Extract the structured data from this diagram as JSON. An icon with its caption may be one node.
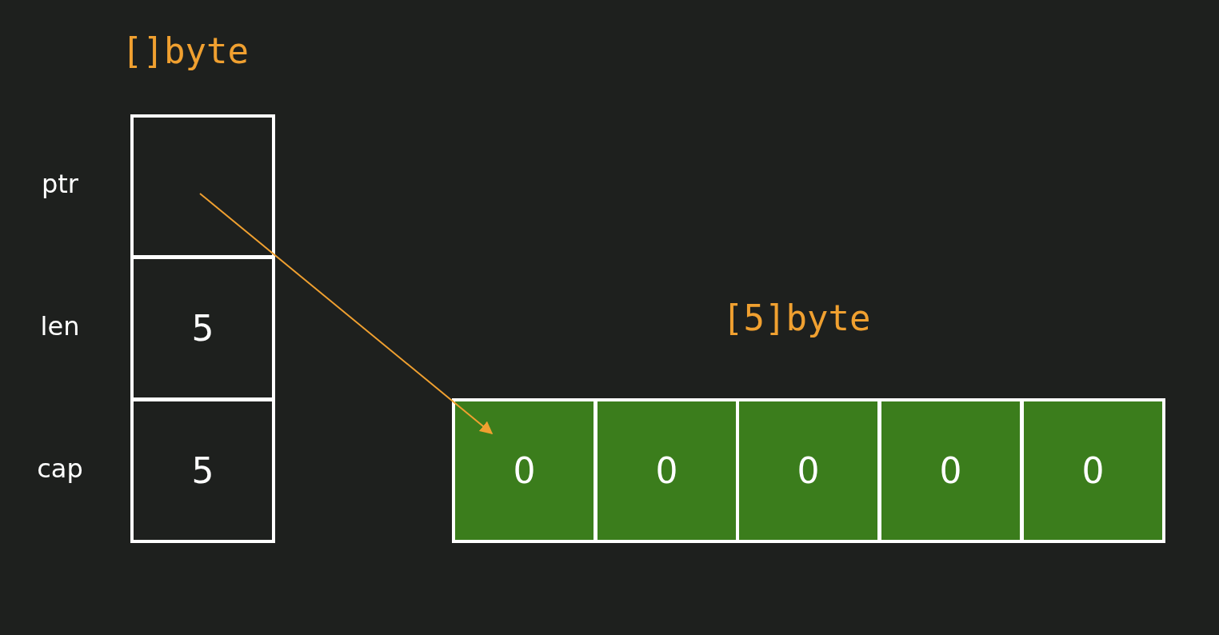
{
  "diagram": {
    "nodes": [
      {
        "text": [],
        "shape": "box",
        "beside": [
          "ptr"
        ]
      },
      {
        "text": [
          "5"
        ],
        "beside": [
          "len"
        ]
      },
      {
        "text": [
          "5"
        ],
        "beside": [
          "cap"
        ]
      },
      {
        "text": [
          "0"
        ]
      },
      {
        "text": [
          "0"
        ]
      },
      {
        "text": [
          "0"
        ]
      },
      {
        "text": [
          "0"
        ]
      },
      {
        "text": [
          "0"
        ]
      }
    ],
    "edges": [
      {
        "from": 0,
        "to": 3,
        "arrow": "to",
        "color": "#f0a030"
      }
    ],
    "labels": [
      "[]byte",
      "[5]byte"
    ]
  }
}
